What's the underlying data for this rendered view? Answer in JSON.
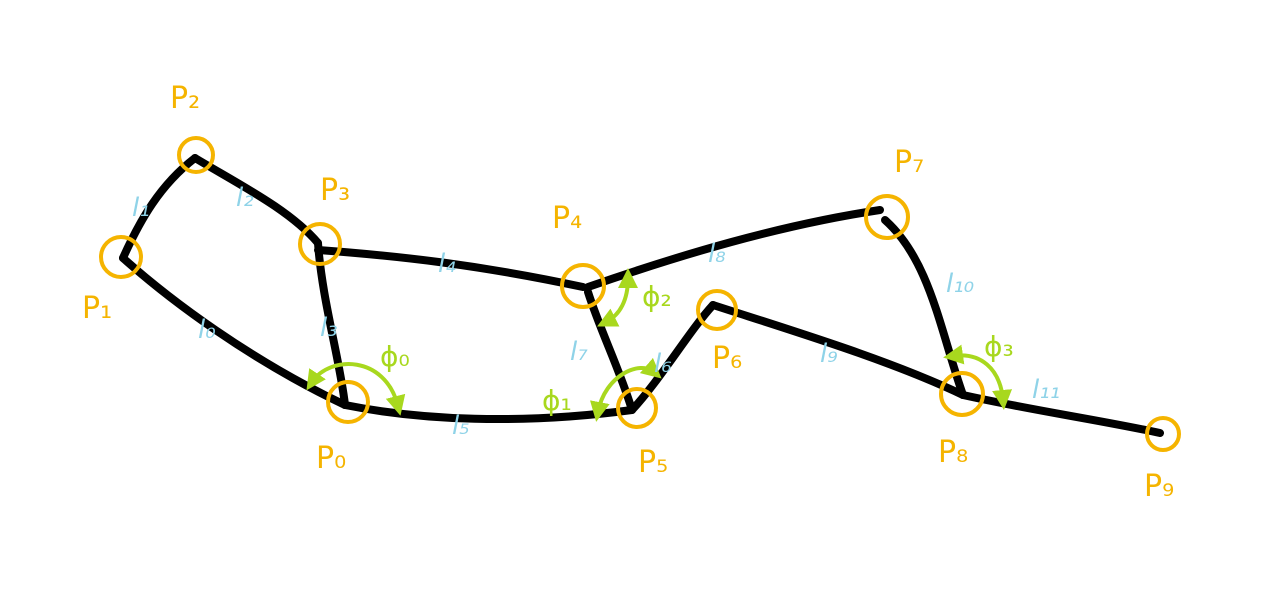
{
  "colors": {
    "edge": "#000000",
    "node": "#f5b400",
    "edge_label": "#8fd3e8",
    "angle": "#a8d81e"
  },
  "nodes": [
    {
      "id": "p0",
      "label": "P₀"
    },
    {
      "id": "p1",
      "label": "P₁"
    },
    {
      "id": "p2",
      "label": "P₂"
    },
    {
      "id": "p3",
      "label": "P₃"
    },
    {
      "id": "p4",
      "label": "P₄"
    },
    {
      "id": "p5",
      "label": "P₅"
    },
    {
      "id": "p6",
      "label": "P₆"
    },
    {
      "id": "p7",
      "label": "P₇"
    },
    {
      "id": "p8",
      "label": "P₈"
    },
    {
      "id": "p9",
      "label": "P₉"
    }
  ],
  "edges": [
    {
      "id": "l0",
      "label": "l₀",
      "from": "p1",
      "to": "p0"
    },
    {
      "id": "l1",
      "label": "l₁",
      "from": "p1",
      "to": "p2"
    },
    {
      "id": "l2",
      "label": "l₂",
      "from": "p2",
      "to": "p3"
    },
    {
      "id": "l3",
      "label": "l₃",
      "from": "p3",
      "to": "p0"
    },
    {
      "id": "l4",
      "label": "l₄",
      "from": "p3",
      "to": "p4"
    },
    {
      "id": "l5",
      "label": "l₅",
      "from": "p0",
      "to": "p5"
    },
    {
      "id": "l6",
      "label": "l₆",
      "from": "p5",
      "to": "p6"
    },
    {
      "id": "l7",
      "label": "l₇",
      "from": "p4",
      "to": "p5"
    },
    {
      "id": "l8",
      "label": "l₈",
      "from": "p4",
      "to": "p7"
    },
    {
      "id": "l9",
      "label": "l₉",
      "from": "p6",
      "to": "p8"
    },
    {
      "id": "l10",
      "label": "l₁₀",
      "from": "p7",
      "to": "p8"
    },
    {
      "id": "l11",
      "label": "l₁₁",
      "from": "p8",
      "to": "p9"
    }
  ],
  "angles": [
    {
      "id": "phi0",
      "label": "ϕ₀",
      "at": "p0"
    },
    {
      "id": "phi1",
      "label": "ϕ₁",
      "at": "p5"
    },
    {
      "id": "phi2",
      "label": "ϕ₂",
      "at": "p4"
    },
    {
      "id": "phi3",
      "label": "ϕ₃",
      "at": "p8"
    }
  ]
}
